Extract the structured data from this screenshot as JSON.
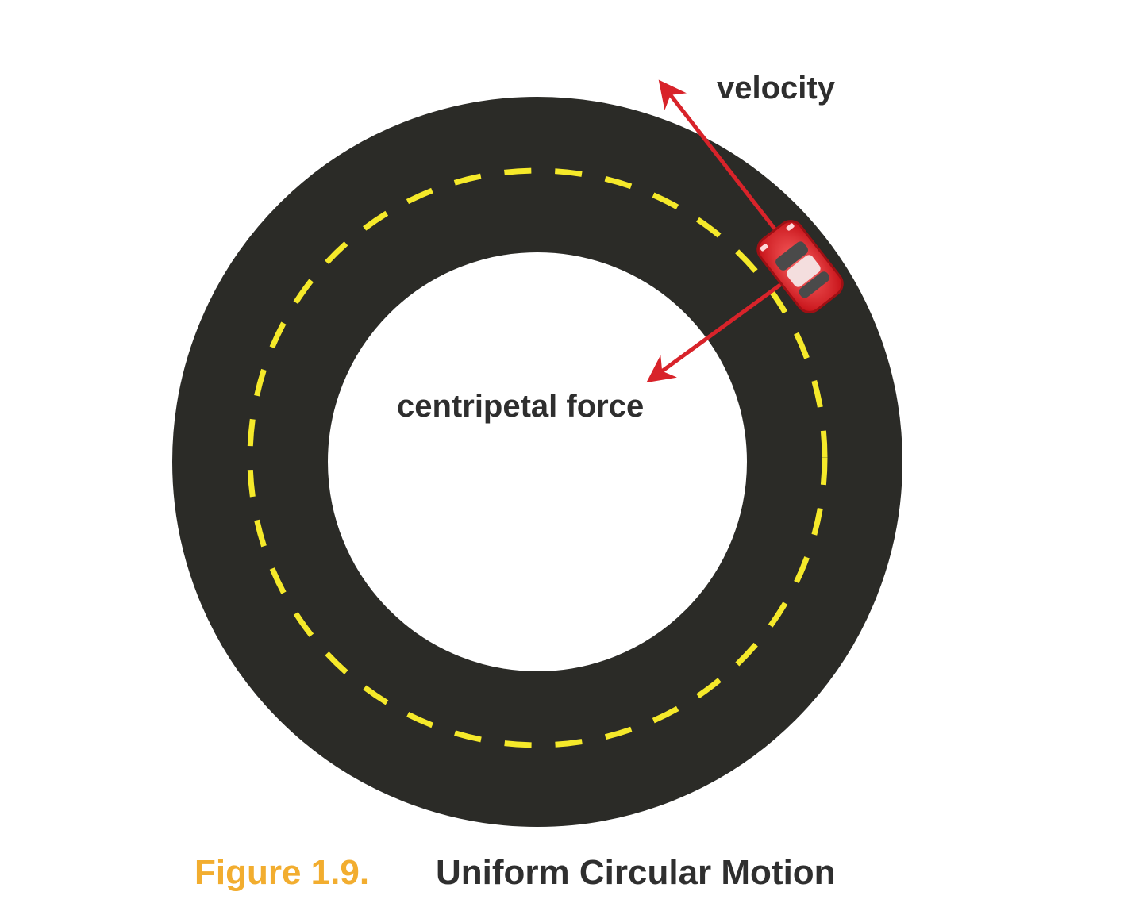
{
  "labels": {
    "velocity": "velocity",
    "centripetal": "centripetal force"
  },
  "caption": {
    "number": "Figure 1.9.",
    "title": "Uniform Circular Motion"
  },
  "colors": {
    "road": "#2b2b27",
    "lane_marking": "#f5e92a",
    "arrow": "#d8232a",
    "car": "#e3262b",
    "caption_number": "#f2ad2f",
    "label_text": "#2e2e2e"
  }
}
